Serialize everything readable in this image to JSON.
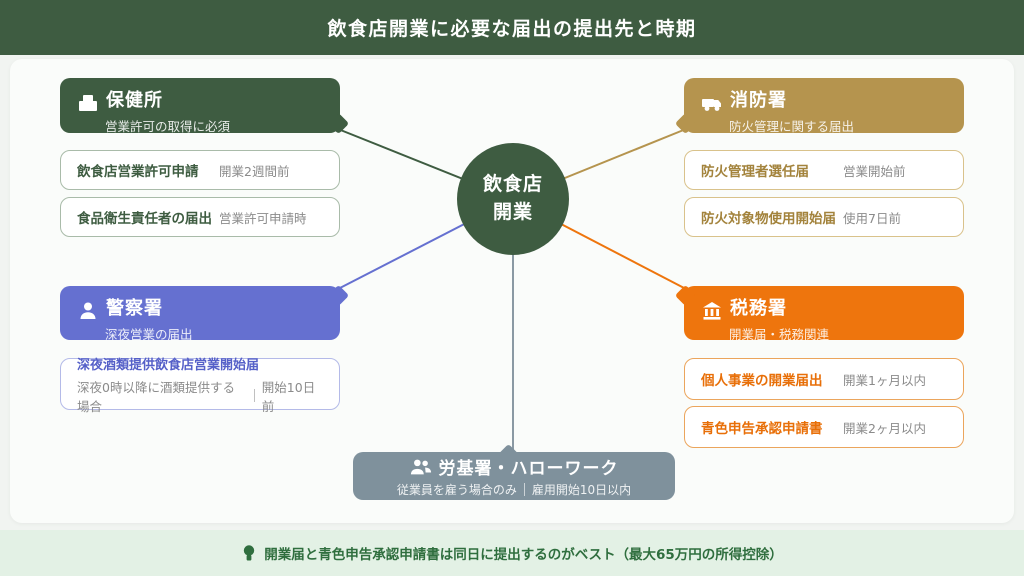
{
  "header": {
    "title": "飲食店開業に必要な届出の提出先と時期"
  },
  "center_node": {
    "line1": "飲食店",
    "line2": "開業"
  },
  "palette": {
    "dark_green": "#3e5c41",
    "gold": "#b5944e",
    "blue": "#6570d0",
    "orange": "#ee750d",
    "gray": "#7f919c",
    "footer_bg": "#e3f1e5",
    "footer_text": "#2f6e3e"
  },
  "sections": {
    "hokenjo": {
      "name": "保健所",
      "subtitle": "営業許可の取得に必須",
      "icon": "hospital-building-icon",
      "items": [
        {
          "title": "飲食店営業許可申請",
          "timing": "開業2週間前"
        },
        {
          "title": "食品衛生責任者の届出",
          "timing": "営業許可申請時"
        }
      ]
    },
    "shobosho": {
      "name": "消防署",
      "subtitle": "防火管理に関する届出",
      "icon": "fire-truck-icon",
      "items": [
        {
          "title": "防火管理者選任届",
          "timing": "営業開始前"
        },
        {
          "title": "防火対象物使用開始届",
          "timing": "使用7日前"
        }
      ]
    },
    "keisatsusho": {
      "name": "警察署",
      "subtitle": "深夜営業の届出",
      "icon": "police-officer-icon",
      "items": [
        {
          "title": "深夜酒類提供飲食店営業開始届",
          "condition": "深夜0時以降に酒類提供する場合",
          "timing": "開始10日前"
        }
      ]
    },
    "zeimusho": {
      "name": "税務署",
      "subtitle": "開業届・税務関連",
      "icon": "bank-building-icon",
      "items": [
        {
          "title": "個人事業の開業届出",
          "timing": "開業1ヶ月以内"
        },
        {
          "title": "青色申告承認申請書",
          "timing": "開業2ヶ月以内"
        }
      ]
    },
    "rokisho": {
      "name": "労基署・ハローワーク",
      "condition": "従業員を雇う場合のみ",
      "timing": "雇用開始10日以内",
      "icon": "two-people-icon"
    }
  },
  "footer": {
    "icon": "lightbulb-icon",
    "note": "開業届と青色申告承認申請書は同日に提出するのがベスト（最大65万円の所得控除）"
  }
}
